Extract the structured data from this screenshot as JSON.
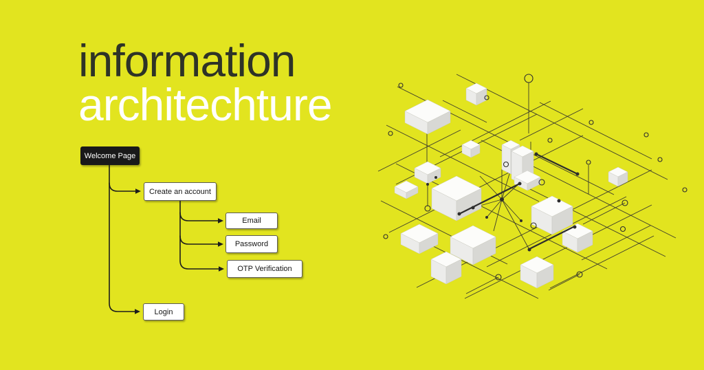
{
  "poster": {
    "background_color": "#e2e41f"
  },
  "title": {
    "line1": "information",
    "line2": "architechture",
    "line1_color": "#2e3327",
    "line2_color": "#ffffff"
  },
  "flowchart": {
    "line_color": "#1c1c1c",
    "nodes": [
      {
        "id": "welcome-page",
        "label": "Welcome Page",
        "variant": "dark"
      },
      {
        "id": "create-account",
        "label": "Create an account",
        "variant": "light"
      },
      {
        "id": "email",
        "label": "Email",
        "variant": "light"
      },
      {
        "id": "password",
        "label": "Password",
        "variant": "light"
      },
      {
        "id": "otp-verification",
        "label": "OTP Verification",
        "variant": "light"
      },
      {
        "id": "login",
        "label": "Login",
        "variant": "light"
      }
    ],
    "edges": [
      {
        "from": "welcome-page",
        "to": "create-account"
      },
      {
        "from": "welcome-page",
        "to": "login"
      },
      {
        "from": "create-account",
        "to": "email"
      },
      {
        "from": "create-account",
        "to": "password"
      },
      {
        "from": "create-account",
        "to": "otp-verification"
      }
    ]
  },
  "illustration": {
    "name": "isometric-cube-network",
    "description": "Wireframe isometric lattice of white 3D cubes linked by thin dark lines, circular nodes and vertical pins",
    "cube_color": "#ffffff",
    "line_color": "#2d2d2d"
  }
}
